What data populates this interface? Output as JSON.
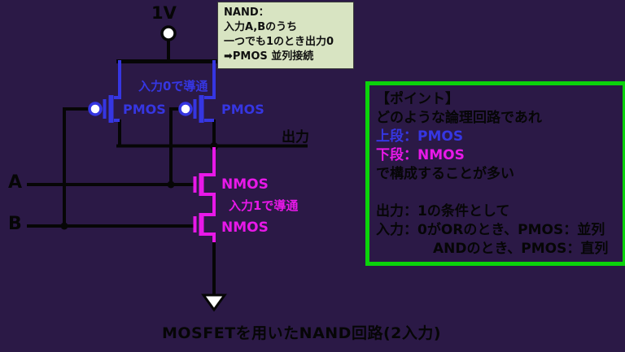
{
  "colors": {
    "background": "#2b1946",
    "wire_black": "#060606",
    "pmos_blue": "#3636e2",
    "nmos_magenta": "#e818e8",
    "note_box_bg": "#d8e4c2",
    "point_box_border": "#0bd30b",
    "terminal_fill": "#ffffff"
  },
  "circuit": {
    "vdd_label": "1V",
    "output_label": "出力",
    "input_a_label": "A",
    "input_b_label": "B",
    "pmos_left_label": "PMOS",
    "pmos_right_label": "PMOS",
    "nmos_top_label": "NMOS",
    "nmos_bottom_label": "NMOS",
    "pmos_hint": "入力0で導通",
    "nmos_hint": "入力1で導通"
  },
  "note_box": {
    "lines": [
      "NAND：",
      "入力A,Bのうち",
      "一つでも1のとき出力0",
      "➡PMOS 並列接続"
    ]
  },
  "point_box": {
    "lines": [
      {
        "text": "【ポイント】"
      },
      {
        "text": "どのような論理回路であれ"
      },
      {
        "text": "上段：PMOS"
      },
      {
        "text": "下段：NMOS"
      },
      {
        "text": "で構成することが多い"
      },
      {
        "text": ""
      },
      {
        "text": "出力：1の条件として"
      },
      {
        "text": "入力：0がORのとき、PMOS：並列"
      },
      {
        "text": "ANDのとき、PMOS：直列"
      }
    ]
  },
  "caption": "MOSFETを用いたNAND回路(2入力)"
}
